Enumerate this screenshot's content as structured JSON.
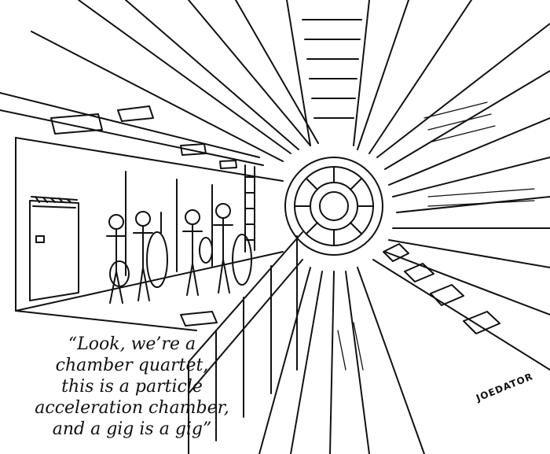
{
  "caption": {
    "lines": [
      "“Look, we’re a",
      "chamber quartet,",
      "this is a particle",
      "acceleration chamber,",
      "and a gig is a gig”"
    ]
  },
  "signature": "JOEDATOR",
  "colors": {
    "ink": "#111111",
    "paper": "#ffffff"
  }
}
